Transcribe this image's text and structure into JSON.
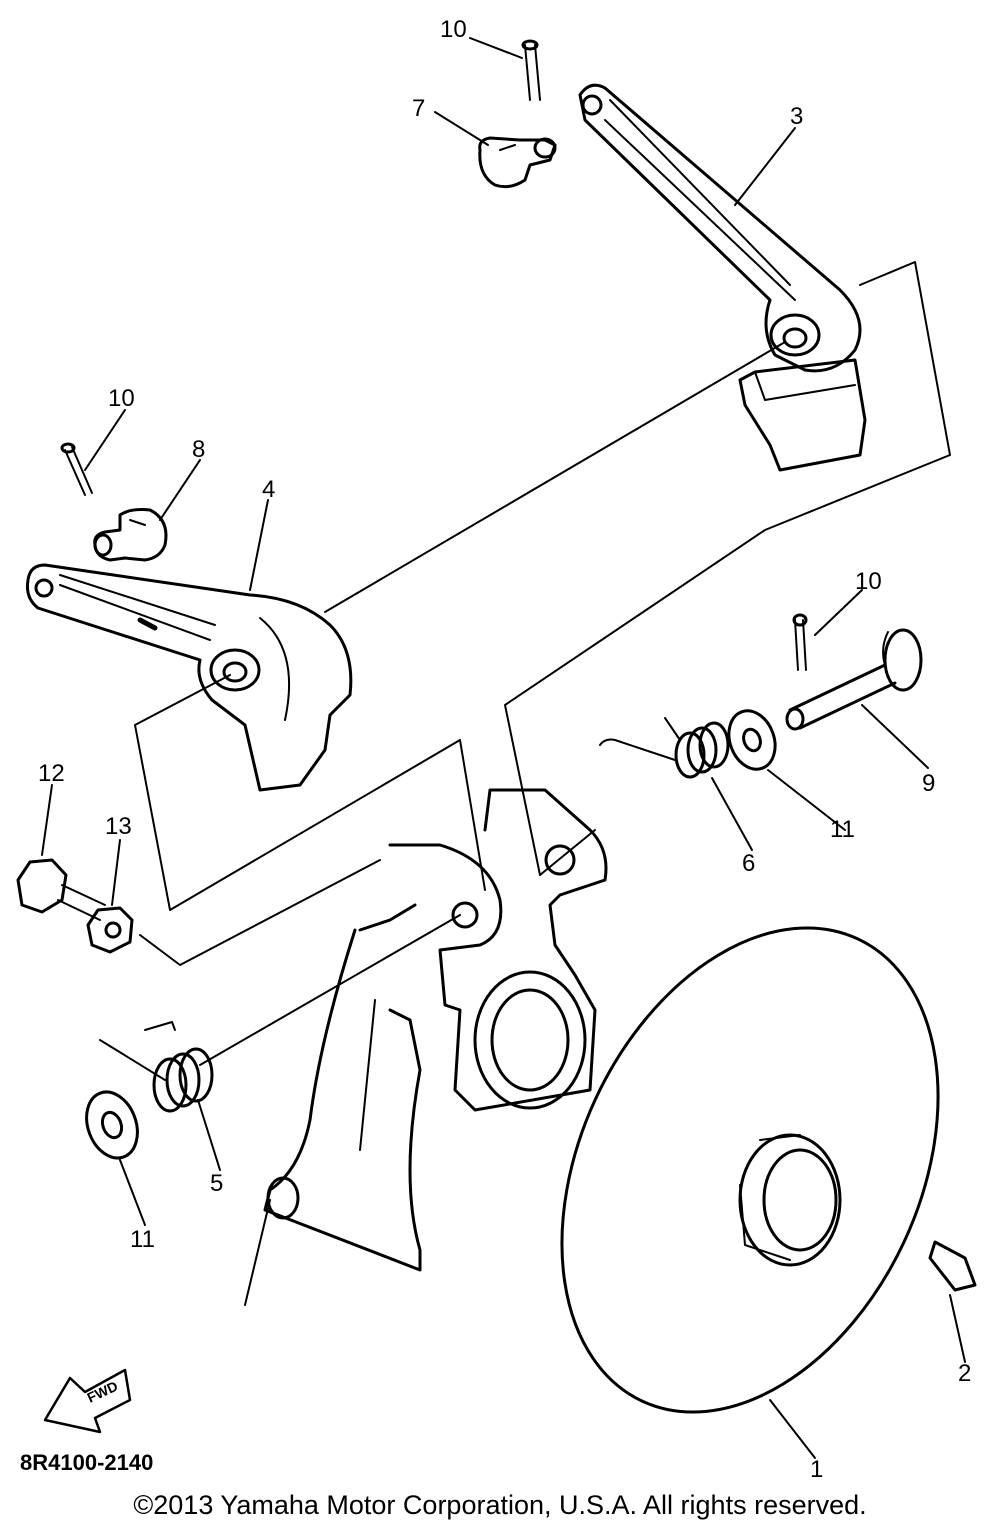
{
  "callouts": {
    "c1": "1",
    "c2": "2",
    "c3": "3",
    "c4": "4",
    "c5": "5",
    "c6": "6",
    "c7": "7",
    "c8": "8",
    "c9": "9",
    "c10a": "10",
    "c10b": "10",
    "c10c": "10",
    "c11a": "11",
    "c11b": "11",
    "c12": "12",
    "c13": "13"
  },
  "fwd_icon_text": "FWD",
  "diagram_code": "8R4100-2140",
  "copyright": "©2013 Yamaha Motor Corporation, U.S.A. All rights reserved.",
  "colors": {
    "ink": "#000000",
    "paper": "#ffffff"
  }
}
